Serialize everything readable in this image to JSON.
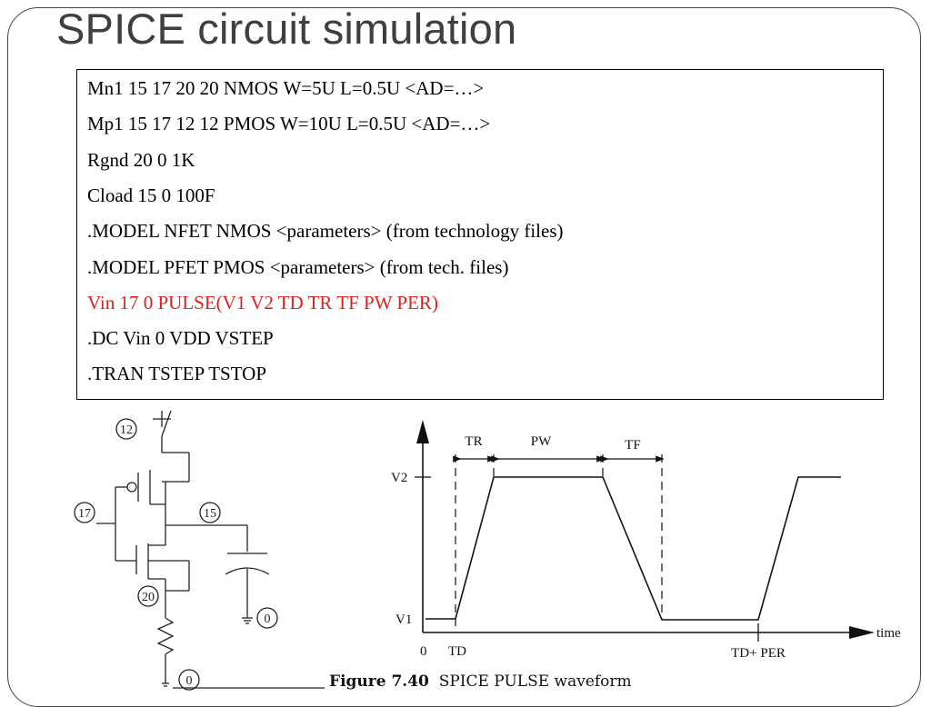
{
  "slide": {
    "title": "SPICE circuit simulation"
  },
  "netlist": {
    "lines": [
      {
        "text": "Mn1 15 17 20 20 NMOS W=5U L=0.5U <AD=…>",
        "highlight": false
      },
      {
        "text": "Mp1 15 17 12 12 PMOS W=10U L=0.5U <AD=…>",
        "highlight": false
      },
      {
        "text": "Rgnd 20 0 1K",
        "highlight": false
      },
      {
        "text": "Cload 15 0 100F",
        "highlight": false
      },
      {
        "text": ".MODEL NFET NMOS <parameters> (from technology files)",
        "highlight": false
      },
      {
        "text": ".MODEL PFET PMOS <parameters> (from tech. files)",
        "highlight": false
      },
      {
        "text": "Vin 17 0 PULSE(V1 V2 TD TR TF PW PER)",
        "highlight": true
      },
      {
        "text": ".DC Vin 0 VDD VSTEP",
        "highlight": false
      },
      {
        "text": ".TRAN TSTEP TSTOP",
        "highlight": false
      }
    ],
    "highlight_color": "#e0201c"
  },
  "circuit": {
    "node_labels": {
      "vdd_node": "12",
      "input_node": "17",
      "output_node": "15",
      "source_node": "20",
      "cap_ground": "0",
      "res_ground": "0"
    }
  },
  "waveform": {
    "labels": {
      "tr": "TR",
      "pw": "PW",
      "tf": "TF",
      "v2": "V2",
      "v1": "V1",
      "origin": "0",
      "td": "TD",
      "td_per": "TD+ PER",
      "time_axis": "time"
    }
  },
  "caption": {
    "figure_number": "Figure 7.40",
    "text": "SPICE PULSE waveform"
  }
}
